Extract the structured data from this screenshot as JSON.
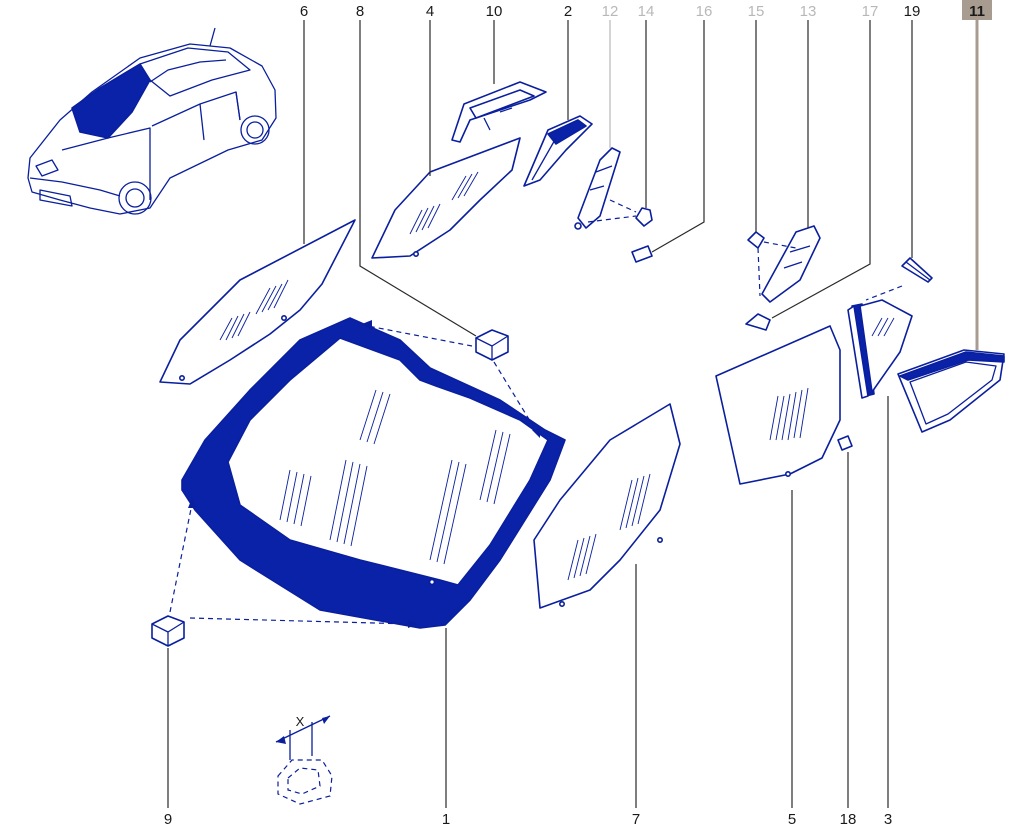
{
  "diagram": {
    "callouts": [
      {
        "id": "c6",
        "text": "6",
        "style": "normal"
      },
      {
        "id": "c8",
        "text": "8",
        "style": "normal"
      },
      {
        "id": "c4",
        "text": "4",
        "style": "normal"
      },
      {
        "id": "c10",
        "text": "10",
        "style": "normal"
      },
      {
        "id": "c2",
        "text": "2",
        "style": "normal"
      },
      {
        "id": "c12",
        "text": "12",
        "style": "grey"
      },
      {
        "id": "c14",
        "text": "14",
        "style": "grey"
      },
      {
        "id": "c16",
        "text": "16",
        "style": "grey"
      },
      {
        "id": "c15",
        "text": "15",
        "style": "grey"
      },
      {
        "id": "c13",
        "text": "13",
        "style": "grey"
      },
      {
        "id": "c17",
        "text": "17",
        "style": "grey"
      },
      {
        "id": "c19",
        "text": "19",
        "style": "normal"
      },
      {
        "id": "c11",
        "text": "11",
        "style": "highlight"
      },
      {
        "id": "c9",
        "text": "9",
        "style": "normal"
      },
      {
        "id": "c1",
        "text": "1",
        "style": "normal"
      },
      {
        "id": "c7",
        "text": "7",
        "style": "normal"
      },
      {
        "id": "c5",
        "text": "5",
        "style": "normal"
      },
      {
        "id": "c18",
        "text": "18",
        "style": "normal"
      },
      {
        "id": "c3",
        "text": "3",
        "style": "normal"
      }
    ],
    "dimension_label": "X",
    "colors": {
      "part_stroke": "#0a1f9e",
      "part_fill": "#0a22a8",
      "inactive_label": "#b8b8b8",
      "highlight_tag": "#a89c90"
    }
  }
}
